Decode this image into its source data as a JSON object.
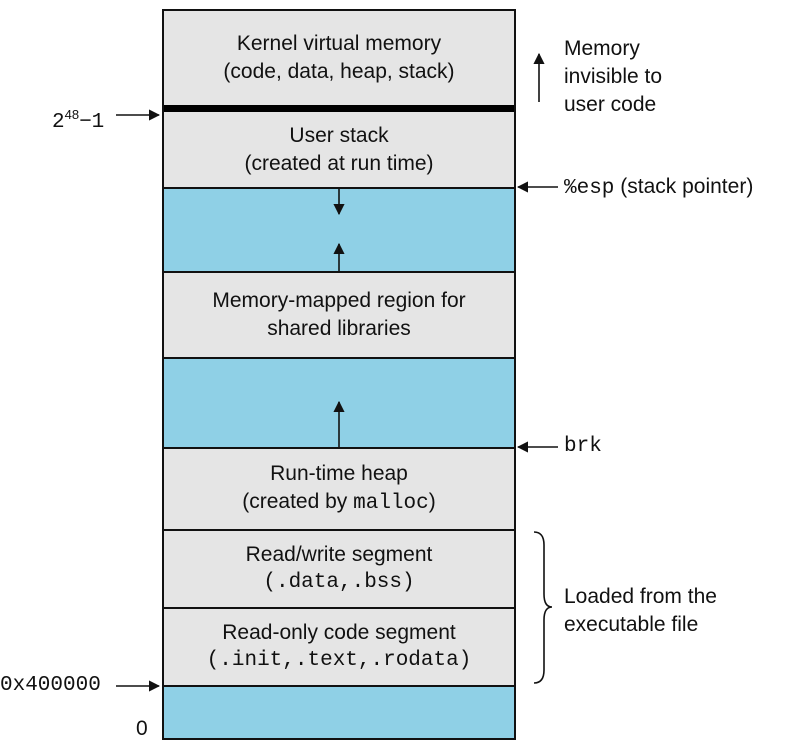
{
  "segments": {
    "kernel": {
      "line1": "Kernel virtual memory",
      "line2": "(code, data, heap, stack)"
    },
    "user_stack": {
      "line1": "User stack",
      "line2": "(created at run time)"
    },
    "mmap": {
      "line1": "Memory-mapped region for",
      "line2": "shared libraries"
    },
    "heap": {
      "line1": "Run-time heap",
      "line2_prefix": "(created by ",
      "line2_code": "malloc",
      "line2_suffix": ")"
    },
    "rw": {
      "line1": "Read/write segment",
      "line2": "(.data,.bss)"
    },
    "ro": {
      "line1": "Read-only code segment",
      "line2": "(.init,.text,.rodata)"
    }
  },
  "left_labels": {
    "top_address_base": "2",
    "top_address_exp": "48",
    "top_address_suffix": "−1",
    "text_start": "0x400000",
    "zero": "0"
  },
  "right_labels": {
    "kernel_note_line1": "Memory",
    "kernel_note_line2": "invisible to",
    "kernel_note_line3": "user code",
    "esp_code": "%esp",
    "esp_text": "(stack pointer)",
    "brk": "brk",
    "loaded_line1": "Loaded from the",
    "loaded_line2": "executable file"
  },
  "colors": {
    "segment_fill": "#e5e5e5",
    "free_fill": "#8fd0e6"
  }
}
